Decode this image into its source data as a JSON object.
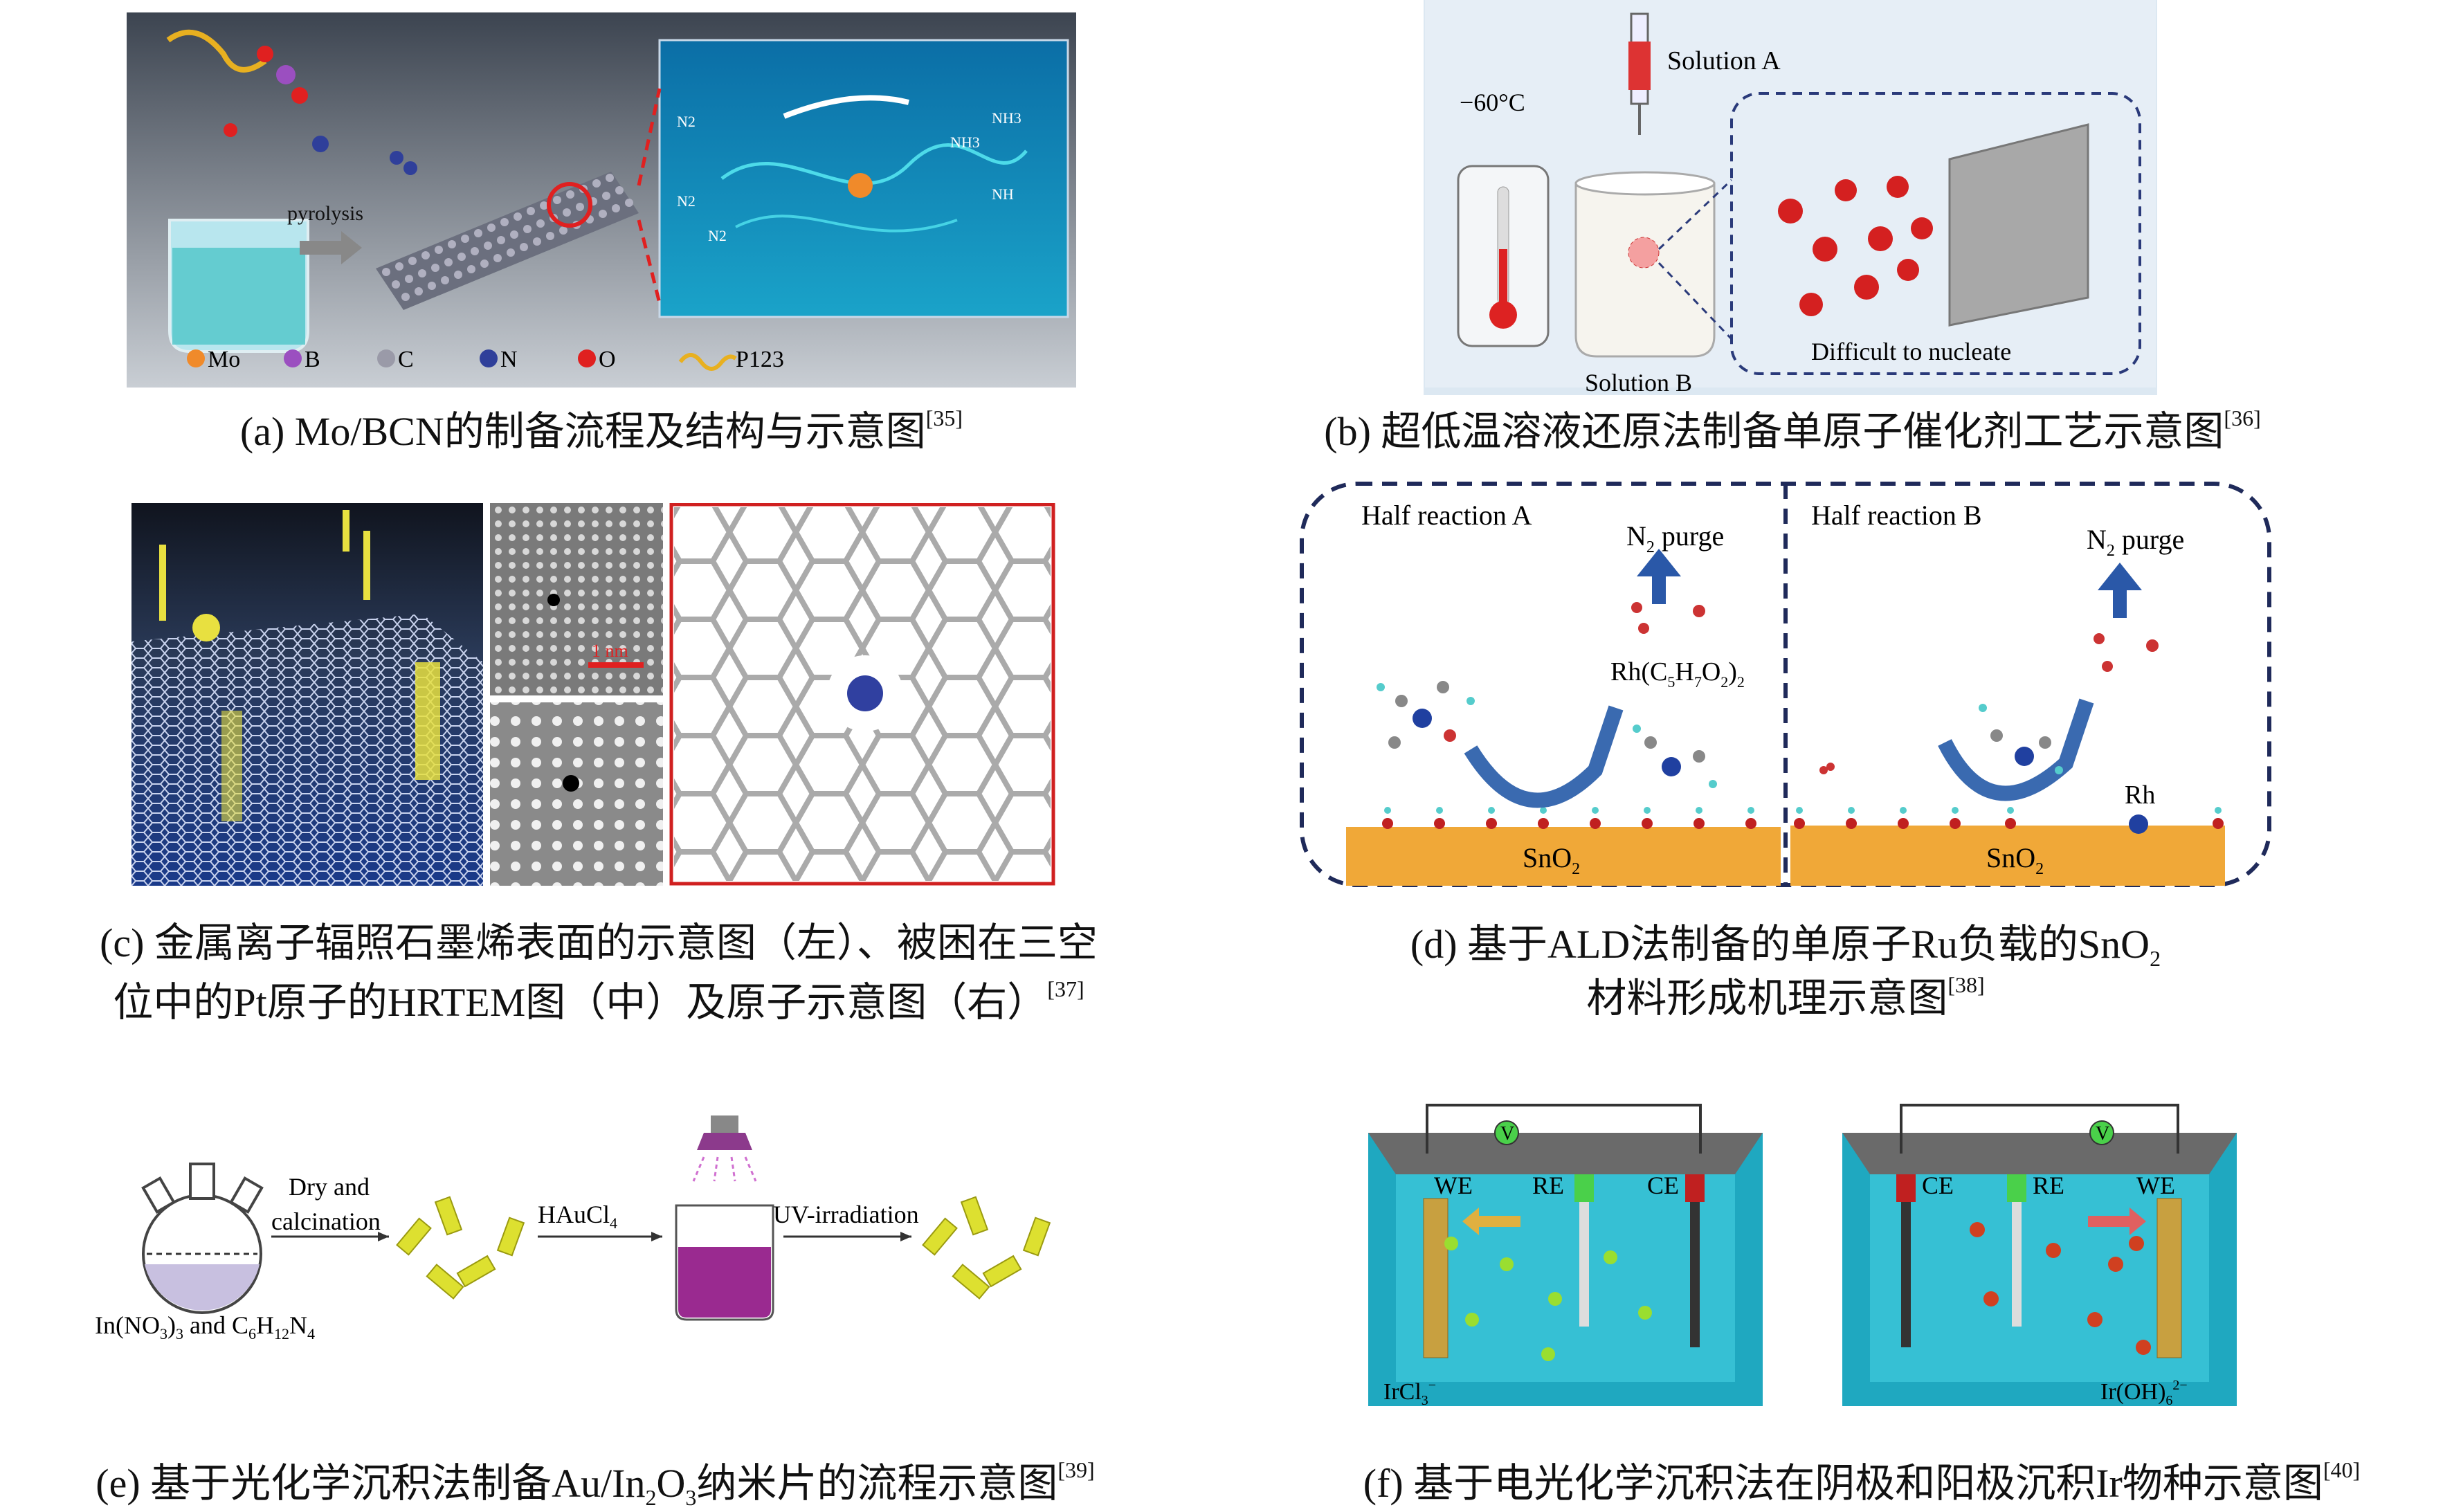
{
  "panel_a": {
    "pyrolysis": "pyrolysis",
    "legend": [
      "Mo",
      "B",
      "C",
      "N",
      "O",
      "P123"
    ],
    "legend_colors": [
      "#f08a2a",
      "#9b4fc0",
      "#9a9aa8",
      "#2f3f9a",
      "#e02020",
      "#e8b020"
    ],
    "species": [
      "N2",
      "N2",
      "N2",
      "NH3",
      "NH3",
      "NH"
    ],
    "caption": {
      "text": "(a) Mo/BCN的制备流程及结构与示意图",
      "ref": "[35]"
    }
  },
  "panel_b": {
    "solution_a": "Solution A",
    "temperature": "−60°C",
    "solution_b": "Solution B",
    "nucleate": "Difficult to nucleate",
    "caption": {
      "text": "(b) 超低温溶液还原法制备单原子催化剂工艺示意图",
      "ref": "[36]"
    }
  },
  "panel_c": {
    "scale_bar": "1 nm",
    "caption": {
      "line1": "(c) 金属离子辐照石墨烯表面的示意图（左）、被困在三空",
      "line2": "位中的Pt原子的HRTEM图（中）及原子示意图（右）",
      "ref": "[37]"
    }
  },
  "panel_d": {
    "half_a": "Half reaction A",
    "half_b": "Half reaction B",
    "n2": "N",
    "n2_sub": "2",
    "purge": " purge",
    "precursor": [
      "Rh(C",
      "5",
      "H",
      "7",
      "O",
      "2",
      ")",
      "2"
    ],
    "rh": "Rh",
    "sno": "SnO",
    "sno_sub": "2",
    "caption": {
      "line1": "(d) 基于ALD法制备的单原子Ru负载的SnO",
      "line1_sub": "2",
      "line2": "材料形成机理示意图",
      "ref": "[38]"
    }
  },
  "panel_e": {
    "step1": [
      "Dry and",
      "calcination"
    ],
    "step2": "HAuCl",
    "step2_sub": "4",
    "step3": "UV-irradiation",
    "reagents": [
      "In(NO",
      "3",
      ")",
      "3",
      " and C",
      "6",
      "H",
      "12",
      "N",
      "4"
    ],
    "caption": {
      "parts": [
        "(e) 基于光化学沉积法制备Au/In",
        "2",
        "O",
        "3",
        "纳米片的流程示意图"
      ],
      "ref": "[39]"
    }
  },
  "panel_f": {
    "left_labels": [
      "WE",
      "RE",
      "CE"
    ],
    "right_labels": [
      "CE",
      "RE",
      "WE"
    ],
    "voltmeter": "V",
    "left_species": "IrCl",
    "left_species_sub": "3",
    "left_species_sup": "−",
    "right_species": "Ir(OH)",
    "right_species_sub": "6",
    "right_species_sup": "2−",
    "caption": {
      "text": "(f) 基于电光化学沉积法在阴极和阳极沉积Ir物种示意图",
      "ref": "[40]"
    }
  }
}
